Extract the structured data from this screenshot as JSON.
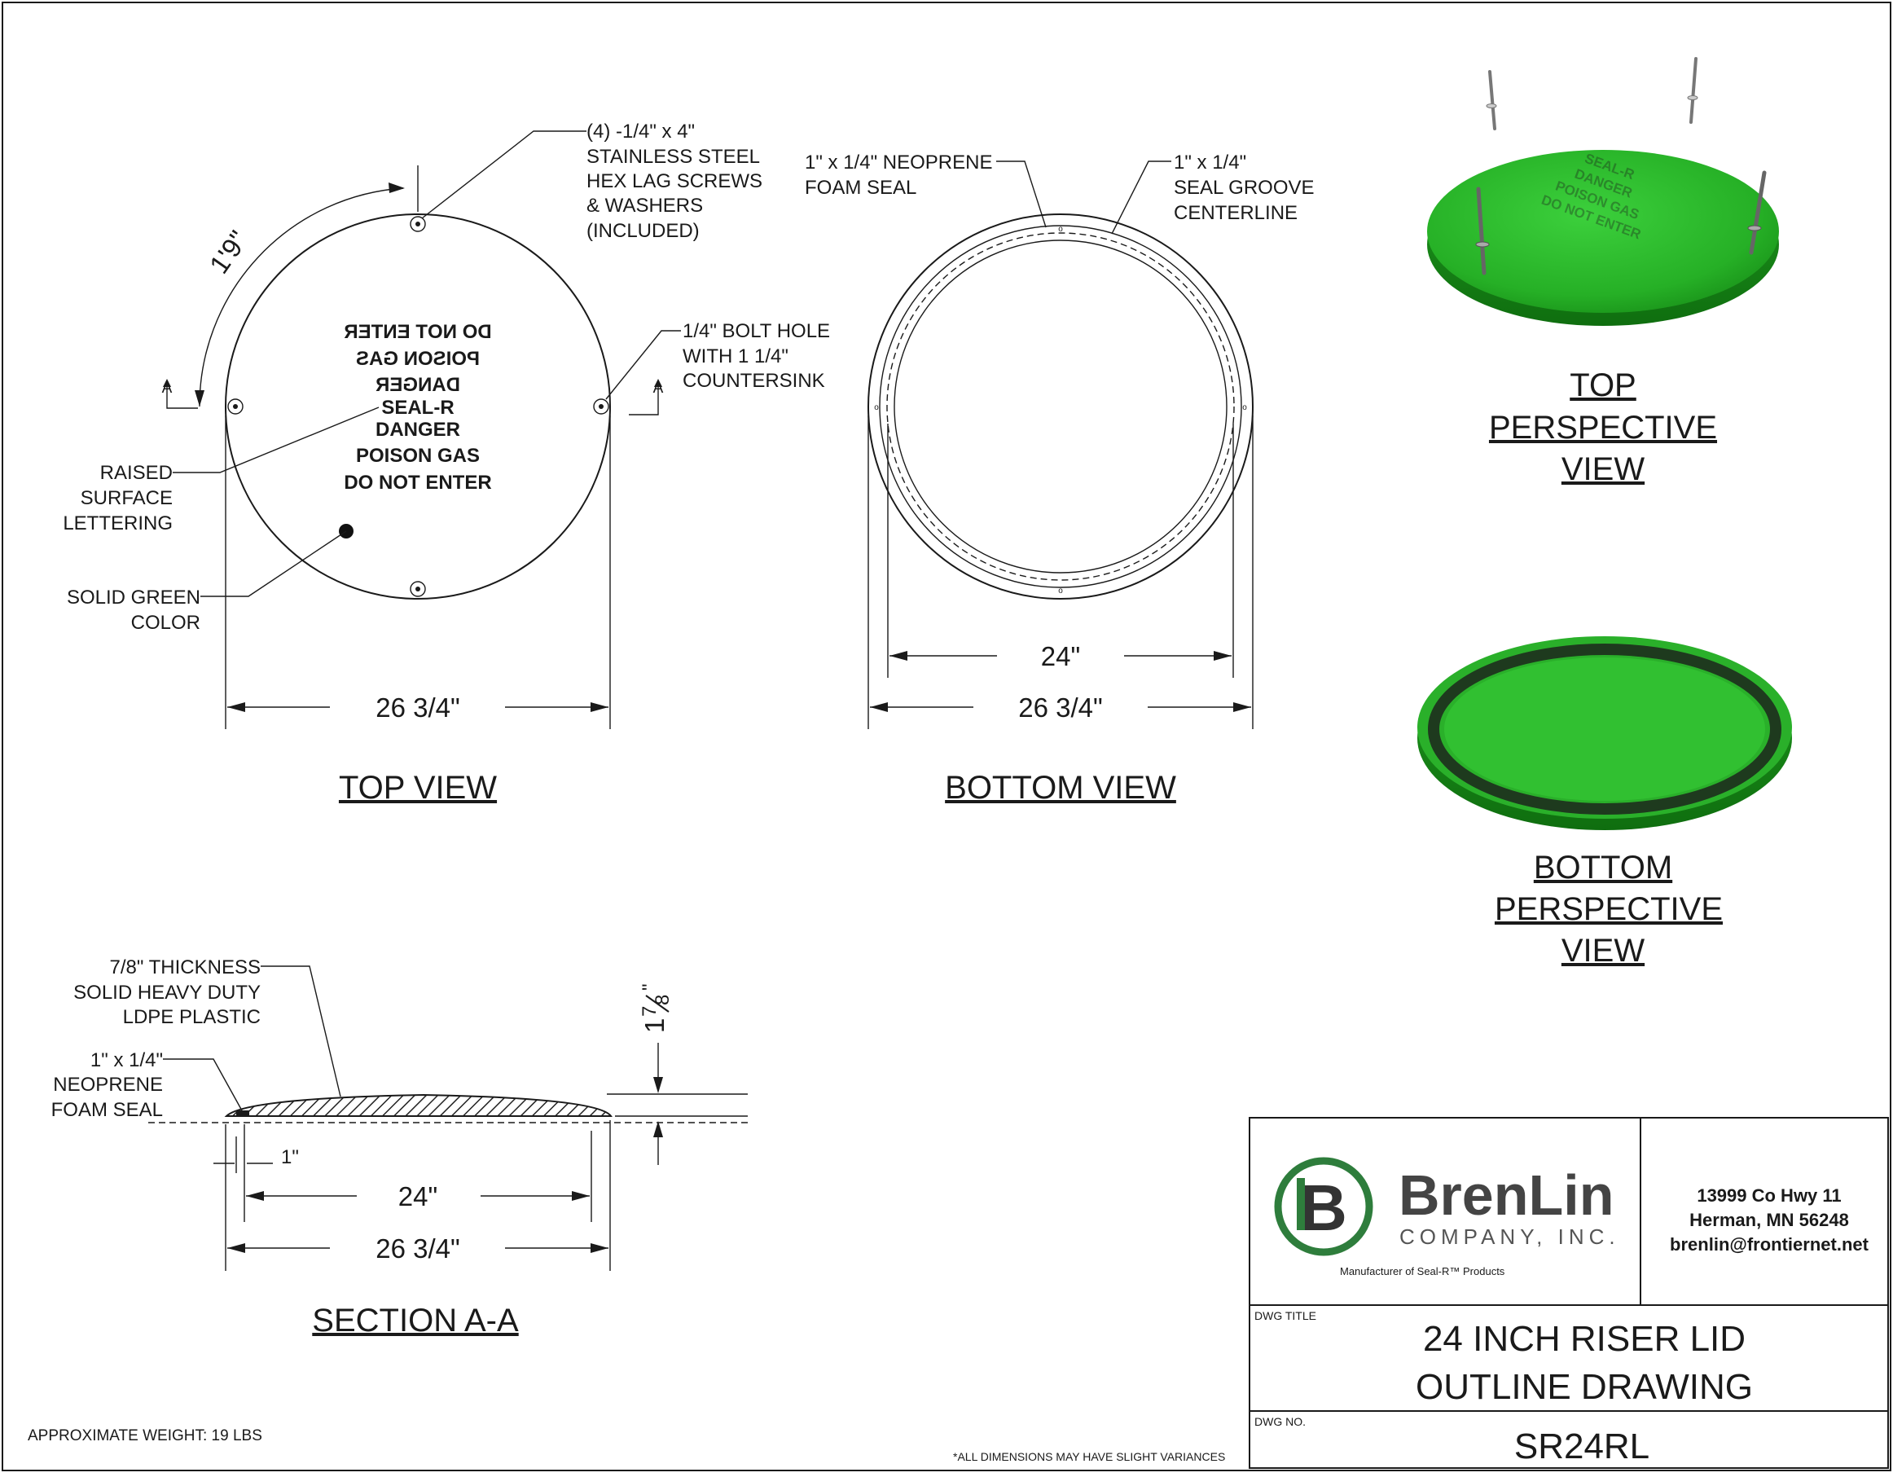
{
  "top_view": {
    "title": "TOP VIEW",
    "dim_arc": "1'9\"",
    "dim_width": "26 3/4\"",
    "section_mark_left": "A",
    "section_mark_right": "A",
    "mirrored_lines": [
      "DO NOT ENTER",
      "POISON GAS",
      "DANGER"
    ],
    "lettering_lines": [
      "SEAL-R",
      "DANGER",
      "POISON GAS",
      "DO NOT ENTER"
    ],
    "callout_screws": [
      "(4) -1/4\" x 4\"",
      "STAINLESS STEEL",
      "HEX LAG SCREWS",
      "& WASHERS",
      "(INCLUDED)"
    ],
    "callout_bolt": [
      "1/4\" BOLT HOLE",
      "WITH 1 1/4\"",
      "COUNTERSINK"
    ],
    "callout_raised": [
      "RAISED",
      "SURFACE",
      "LETTERING"
    ],
    "callout_color": [
      "SOLID GREEN",
      "COLOR"
    ]
  },
  "bottom_view": {
    "title": "BOTTOM VIEW",
    "callout_foam": [
      "1\" x 1/4\" NEOPRENE",
      "FOAM SEAL"
    ],
    "callout_groove": [
      "1\" x 1/4\"",
      "SEAL GROOVE",
      "CENTERLINE"
    ],
    "dim_inner": "24\"",
    "dim_outer": "26 3/4\""
  },
  "section": {
    "title": "SECTION A-A",
    "callout_thickness": [
      "7/8\" THICKNESS",
      "SOLID HEAVY DUTY",
      "LDPE PLASTIC"
    ],
    "callout_foam": [
      "1\" x 1/4\"",
      "NEOPRENE",
      "FOAM SEAL"
    ],
    "dim_vertical_whole": "1",
    "dim_vertical_num": "7",
    "dim_vertical_den": "8",
    "dim_vertical_quote": "\"",
    "dim_small": "1\"",
    "dim_inner": "24\"",
    "dim_outer": "26 3/4\""
  },
  "perspectives": {
    "top_title": [
      "TOP",
      "PERSPECTIVE",
      "VIEW"
    ],
    "bottom_title": [
      "BOTTOM",
      "PERSPECTIVE",
      "VIEW"
    ],
    "lid_color": "#2bb52b"
  },
  "notes": {
    "weight": "APPROXIMATE WEIGHT: 19 LBS",
    "variance": "*ALL DIMENSIONS MAY HAVE SLIGHT VARIANCES"
  },
  "title_block": {
    "company_name": "BrenLin",
    "company_sub": "COMPANY, INC.",
    "tagline": "Manufacturer of Seal-R™ Products",
    "address": [
      "13999 Co Hwy 11",
      "Herman, MN 56248",
      "brenlin@frontiernet.net"
    ],
    "dwg_title_label": "DWG TITLE",
    "dwg_title": [
      "24 INCH RISER LID",
      "OUTLINE DRAWING"
    ],
    "dwg_no_label": "DWG NO.",
    "dwg_no": "SR24RL",
    "logo_color": "#2e7d3c"
  }
}
